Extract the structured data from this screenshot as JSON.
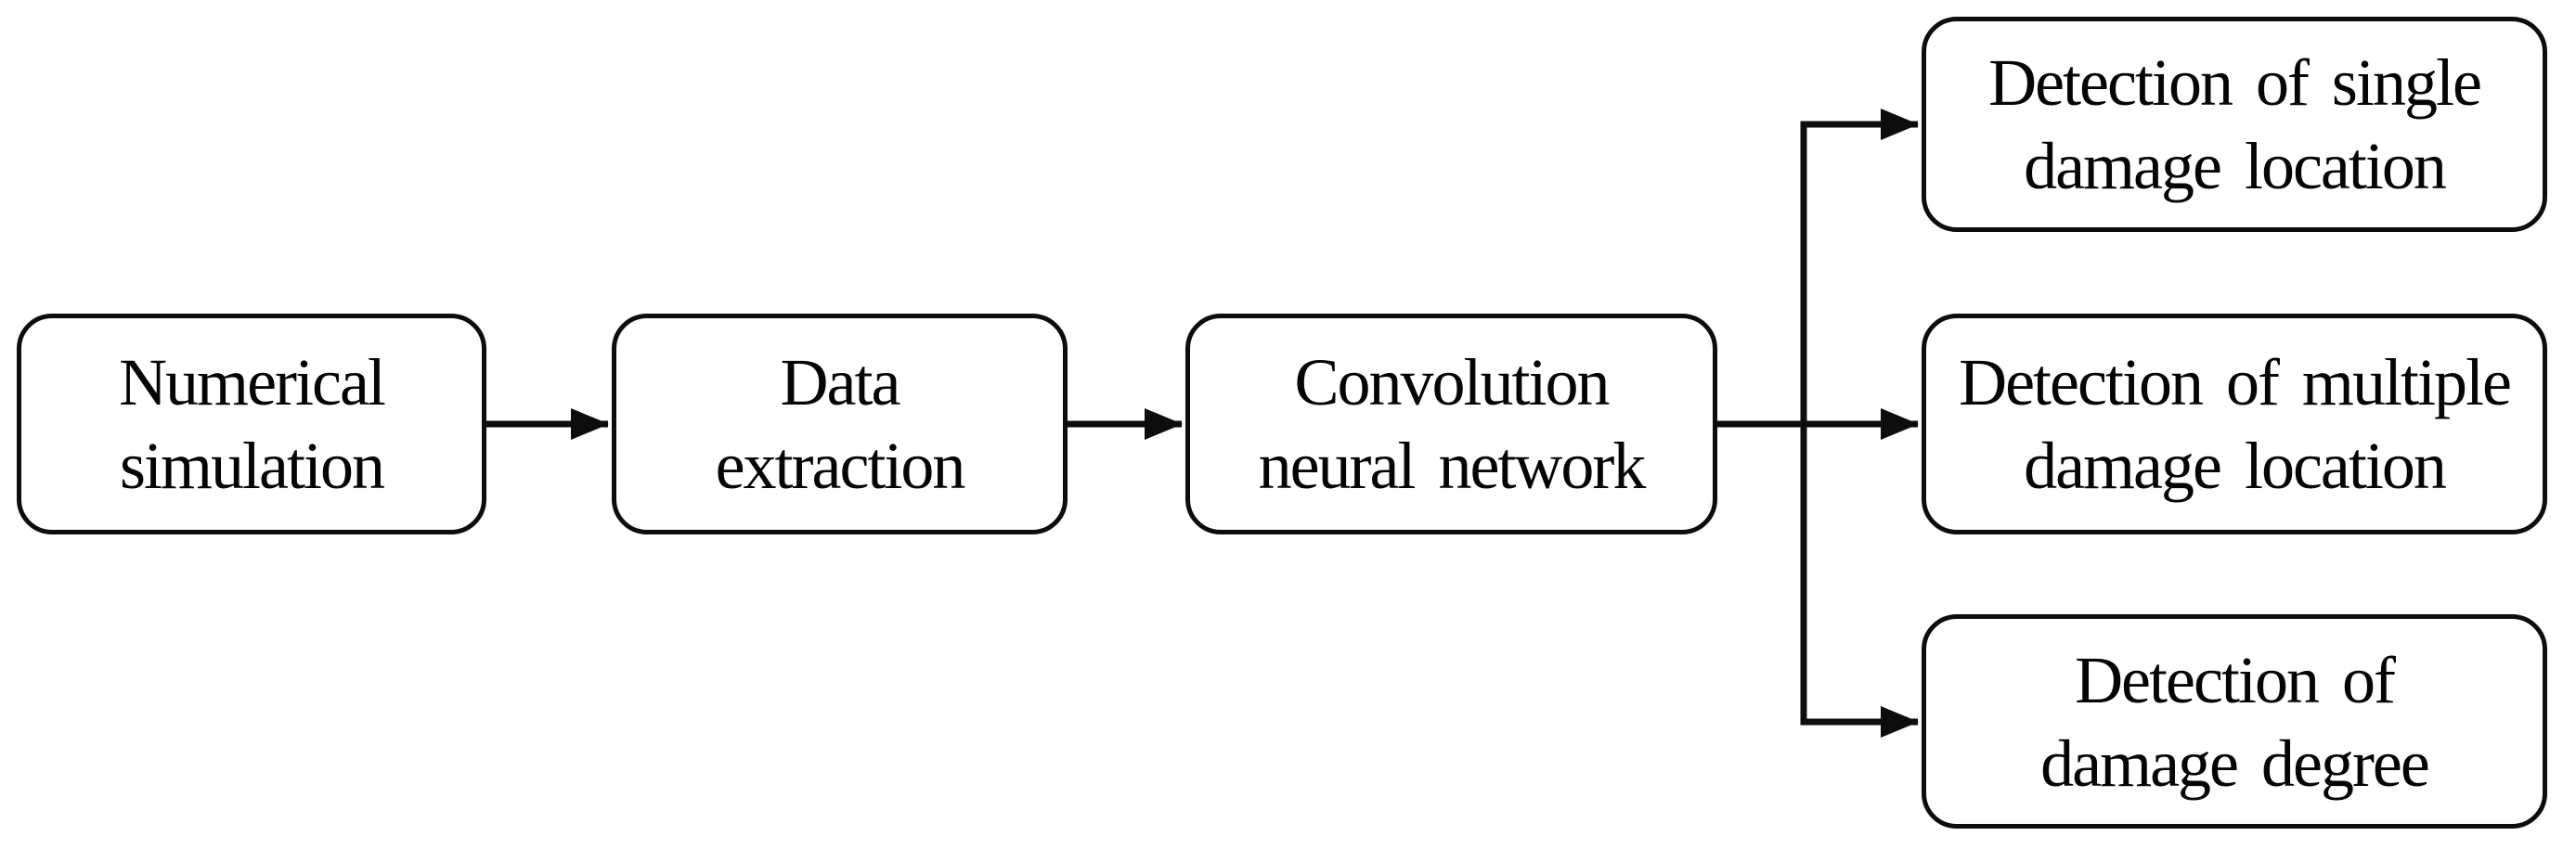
{
  "figure": {
    "type": "flowchart",
    "background_color": "#ffffff",
    "line_color": "#0d0d0d",
    "box_fill_color": "#ffffff",
    "text_color": "#050505"
  },
  "flowchart": {
    "nodes": [
      {
        "id": "numerical-simulation",
        "label": "Numerical\nsimulation"
      },
      {
        "id": "data-extraction",
        "label": "Data\nextraction"
      },
      {
        "id": "convolution-neural-network",
        "label": "Convolution\nneural network"
      },
      {
        "id": "detection-single",
        "label": "Detection of single\ndamage location"
      },
      {
        "id": "detection-multiple",
        "label": "Detection of multiple\ndamage location"
      },
      {
        "id": "detection-degree",
        "label": "Detection of\ndamage degree"
      }
    ],
    "edges": [
      {
        "from": "numerical-simulation",
        "to": "data-extraction"
      },
      {
        "from": "data-extraction",
        "to": "convolution-neural-network"
      },
      {
        "from": "convolution-neural-network",
        "to": "detection-single"
      },
      {
        "from": "convolution-neural-network",
        "to": "detection-multiple"
      },
      {
        "from": "convolution-neural-network",
        "to": "detection-degree"
      }
    ]
  }
}
